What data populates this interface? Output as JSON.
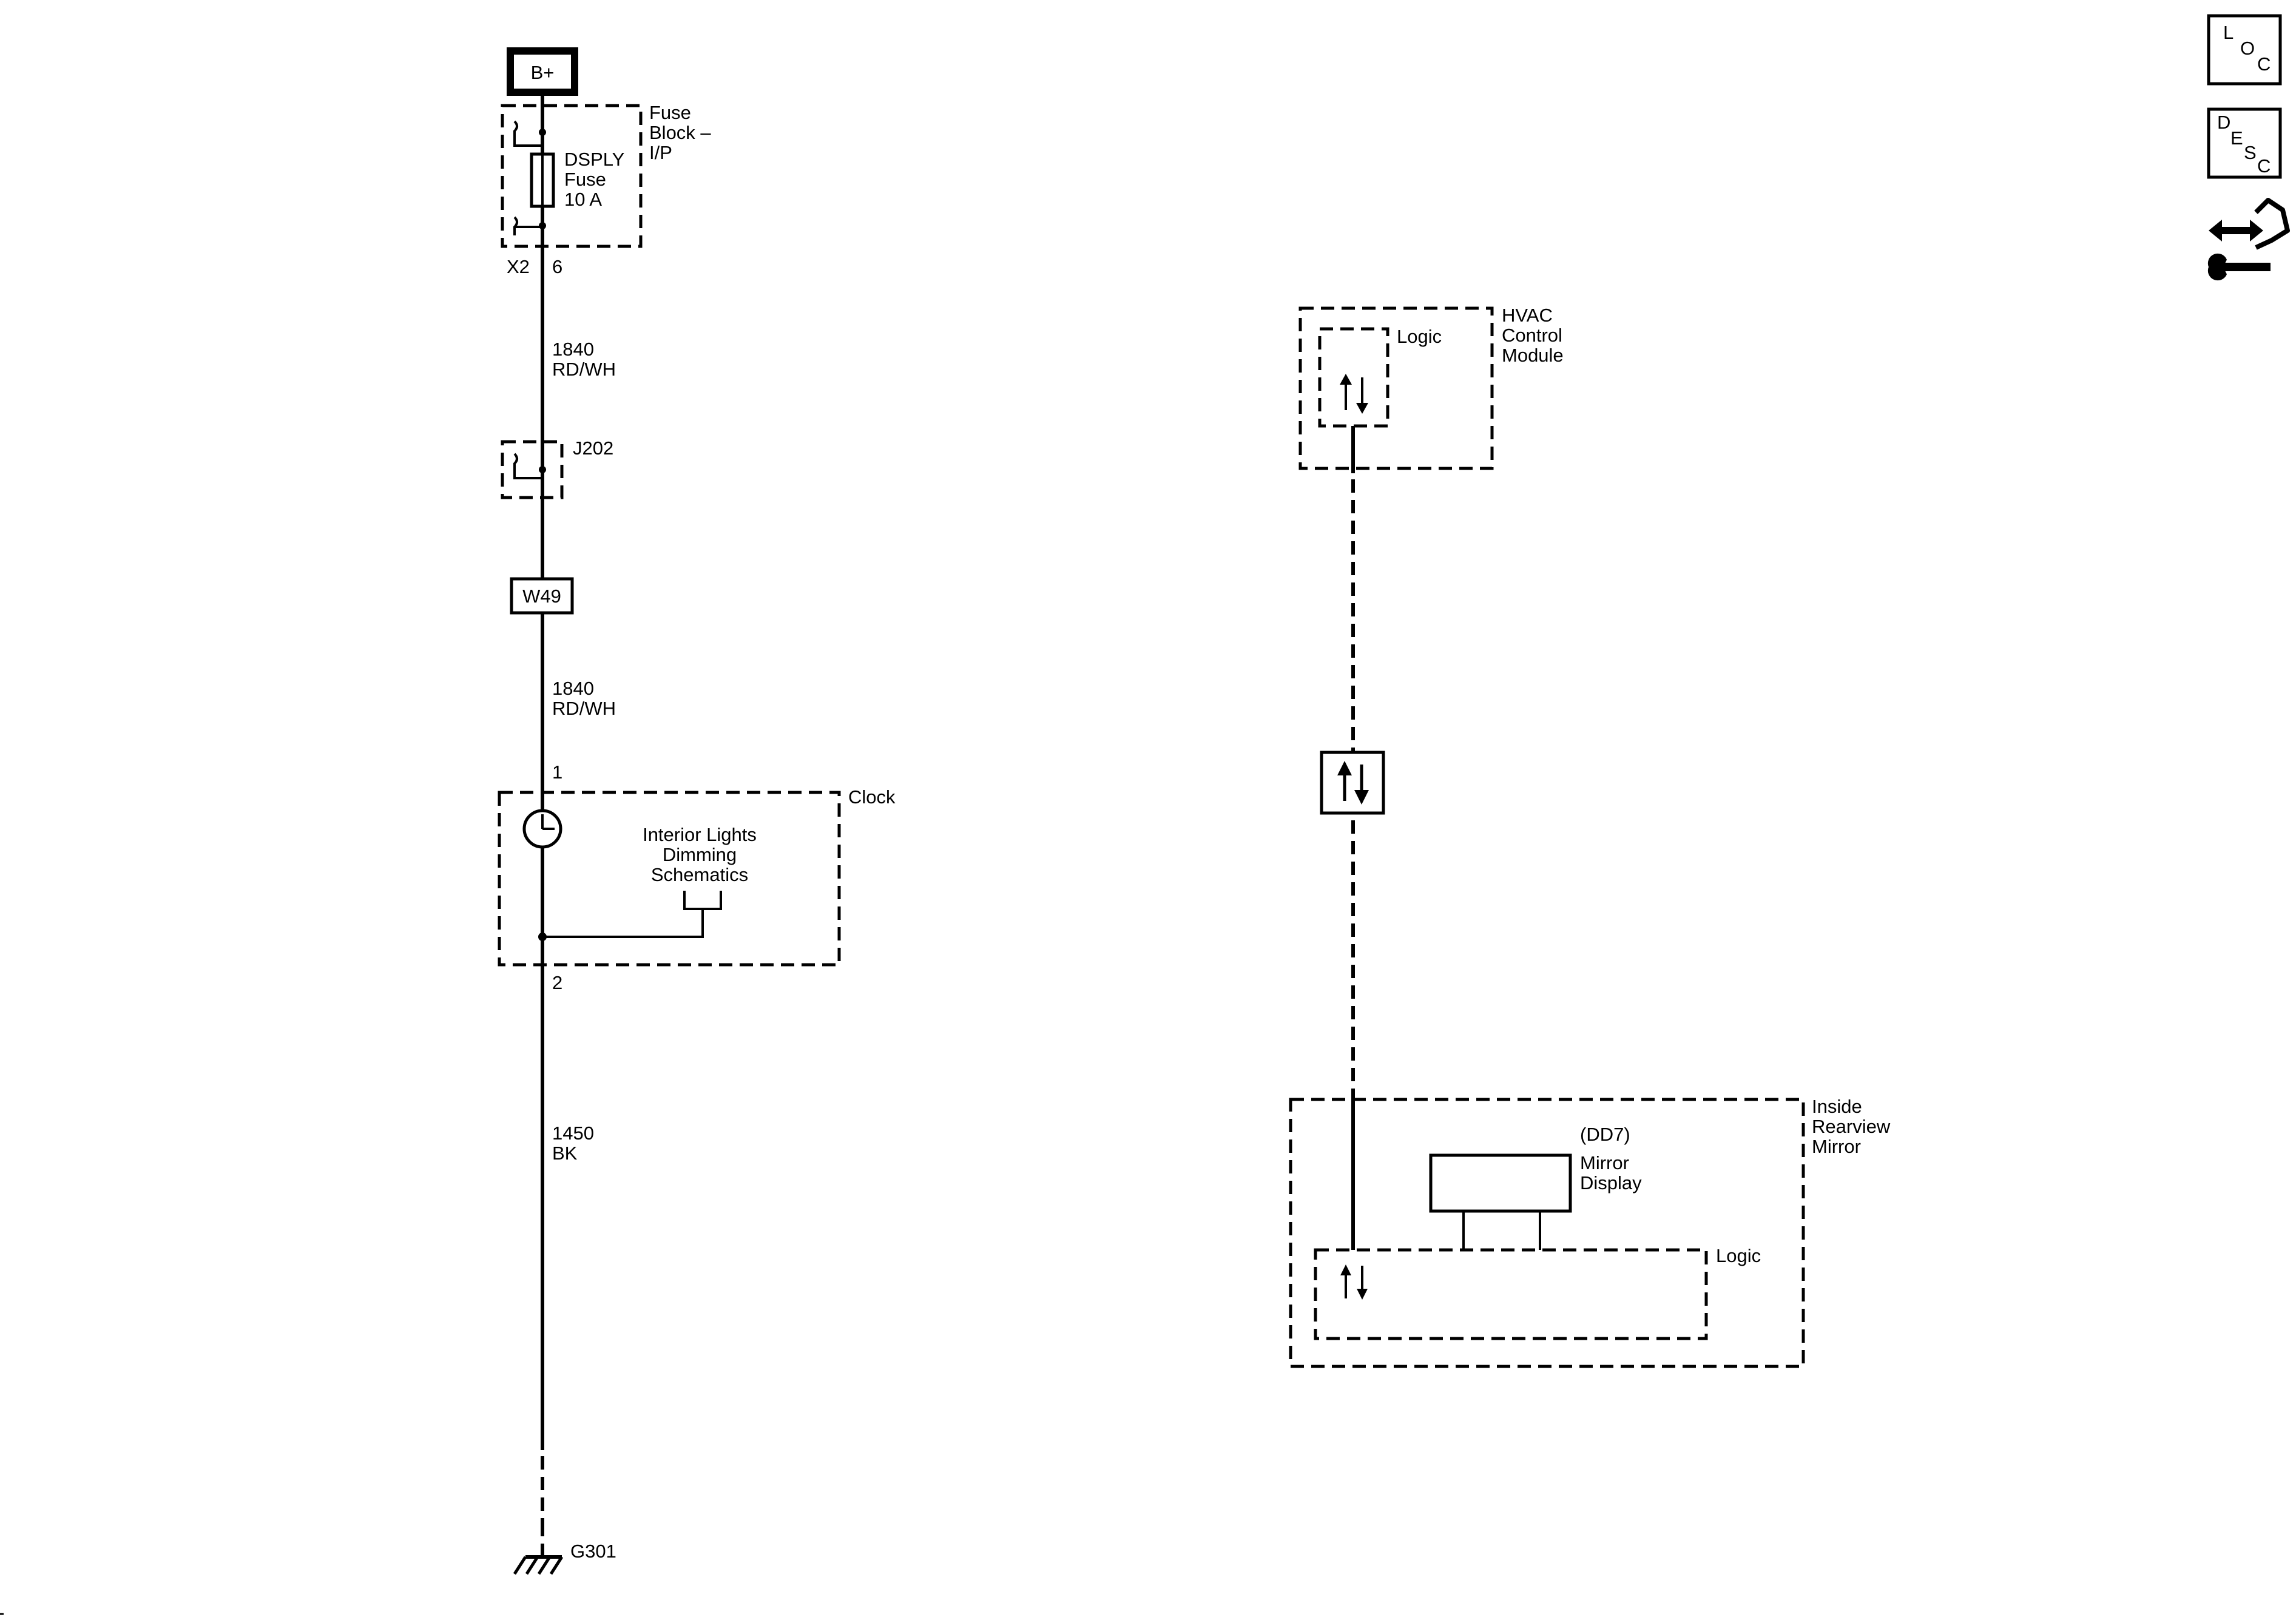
{
  "power": {
    "label": "B+"
  },
  "fuse_block": {
    "name_lines": [
      "Fuse",
      "Block –",
      "I/P"
    ],
    "fuse_lines": [
      "DSPLY",
      "Fuse",
      "10 A"
    ],
    "connector": "X2",
    "pin": "6"
  },
  "wire_1": {
    "circuit": "1840",
    "color": "RD/WH"
  },
  "splice": {
    "label": "J202"
  },
  "inline_connector": {
    "label": "W49"
  },
  "wire_2": {
    "circuit": "1840",
    "color": "RD/WH"
  },
  "clock": {
    "label": "Clock",
    "pin_top": "1",
    "pin_bottom": "2",
    "dimming_lines": [
      "Interior Lights",
      "Dimming",
      "Schematics"
    ]
  },
  "wire_3": {
    "circuit": "1450",
    "color": "BK"
  },
  "ground": {
    "label": "G301"
  },
  "hvac": {
    "name_lines": [
      "HVAC",
      "Control",
      "Module"
    ],
    "logic_label": "Logic"
  },
  "mirror": {
    "name_lines": [
      "Inside",
      "Rearview",
      "Mirror"
    ],
    "display_lines": [
      "(DD7)",
      "Mirror",
      "Display"
    ],
    "logic_label": "Logic"
  },
  "nav": {
    "loc": [
      "L",
      "O",
      "C"
    ],
    "desc": [
      "D",
      "E",
      "S",
      "C"
    ],
    "service_icon": "connector-service-icon"
  }
}
